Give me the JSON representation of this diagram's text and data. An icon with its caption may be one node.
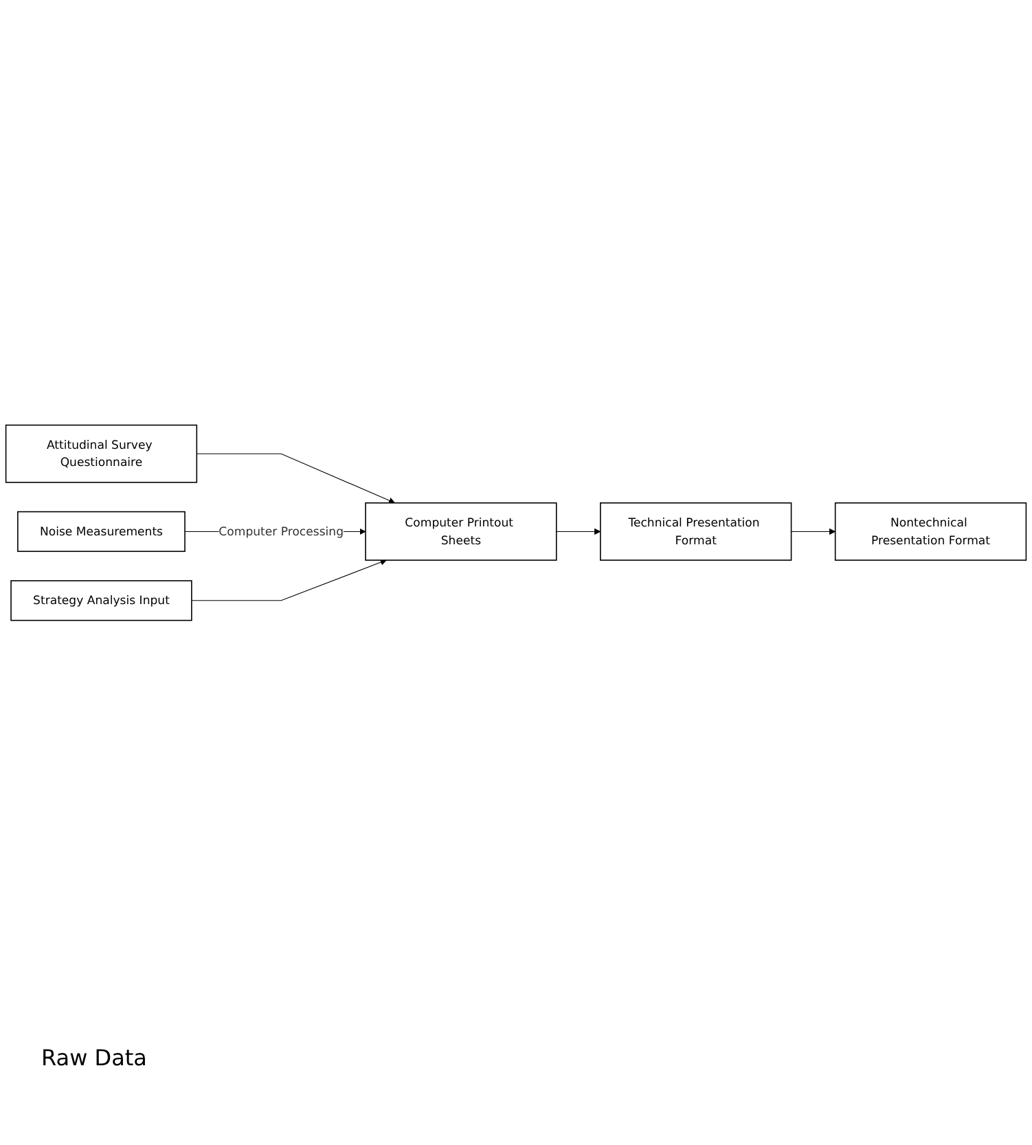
{
  "diagram": {
    "nodes": [
      {
        "text": [
          "Attitudinal Survey Questionnaire"
        ]
      },
      {
        "text": [
          "Noise Measurements"
        ]
      },
      {
        "text": [
          "Strategy Analysis Input"
        ]
      },
      {
        "text": [
          "Computer Printout Sheets"
        ]
      },
      {
        "text": [
          "Technical Presentation Format"
        ]
      },
      {
        "text": [
          "Nontechnical Presentation Format"
        ]
      }
    ],
    "edges": [
      {
        "from": 0,
        "to": 3,
        "arrow": "to"
      },
      {
        "from": 1,
        "to": 3,
        "arrow": "to",
        "label": "Computer Processing"
      },
      {
        "from": 2,
        "to": 3,
        "arrow": "to"
      },
      {
        "from": 3,
        "to": 4,
        "arrow": "to"
      },
      {
        "from": 4,
        "to": 5,
        "arrow": "to"
      }
    ],
    "labels": [
      "Raw Data"
    ]
  }
}
